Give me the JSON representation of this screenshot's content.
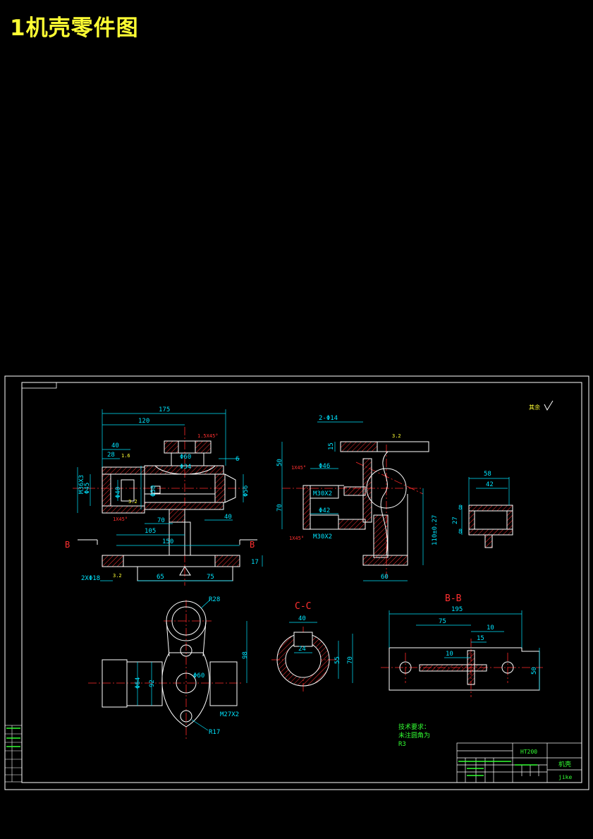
{
  "page_title": "1机壳零件图",
  "dimensions": {
    "front": [
      "175",
      "120",
      "40",
      "28",
      "M36X3",
      "Φ45",
      "Φ40",
      "Φ50",
      "Φ60",
      "Φ34",
      "6",
      "Φ56",
      "70",
      "40",
      "105",
      "150",
      "17",
      "2XΦ18",
      "65",
      "75"
    ],
    "side": [
      "2-Φ14",
      "15",
      "50",
      "Φ46",
      "70",
      "M30X2",
      "Φ42",
      "M30X2",
      "110±0.27",
      "60"
    ],
    "small": [
      "58",
      "42",
      "27",
      "8",
      "8"
    ],
    "bb": [
      "195",
      "75",
      "10",
      "15",
      "10",
      "50"
    ],
    "cc": [
      "40",
      "24",
      "55",
      "70"
    ],
    "plan": [
      "R28",
      "Φ64",
      "92",
      "Φ60",
      "M27X2",
      "R17",
      "98"
    ]
  },
  "section_labels": {
    "b_left": "B",
    "b_right": "B",
    "cc": "C-C",
    "bb": "B-B"
  },
  "roughness": {
    "front_top": "1.6",
    "front_left": "3.2",
    "front_mid": "3.2",
    "side_top": "3.2",
    "base": "3.2",
    "corner": "其余"
  },
  "annotations": {
    "chamfer_1": "1.5X45°",
    "chamfer_2": "1X45°",
    "chamfer_3": "1X45°",
    "chamfer_4": "1X45°",
    "tech_req_1": "技术要求：",
    "tech_req_2": "未注圆角为",
    "tech_req_3": "R3"
  },
  "title_block": {
    "material": "HT200",
    "part_name": "机壳",
    "drawing_no": "jike"
  },
  "colors": {
    "outline": "#ffffff",
    "dimension": "#00e5ff",
    "centerline": "#ff2a2a",
    "hatch": "#ff3030",
    "accent_yellow": "#ffff33",
    "text_green": "#33ff33",
    "label_red": "#ff3030"
  }
}
